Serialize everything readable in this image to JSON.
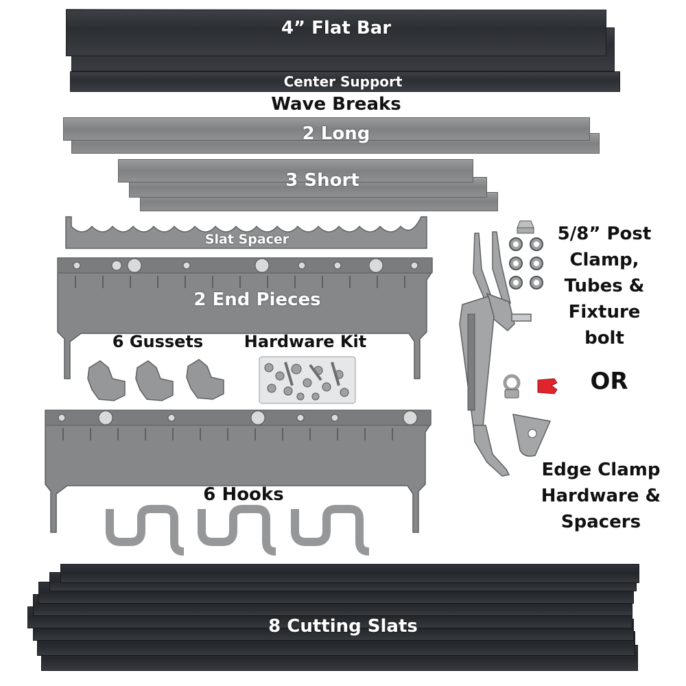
{
  "labels": {
    "flat_bar": "4” Flat Bar",
    "center_support": "Center Support",
    "wave_breaks": "Wave Breaks",
    "two_long": "2 Long",
    "three_short": "3 Short",
    "slat_spacer": "Slat Spacer",
    "end_pieces": "2 End Pieces",
    "gussets": "6 Gussets",
    "hardware_kit": "Hardware Kit",
    "hooks": "6 Hooks",
    "cutting_slats": "8 Cutting Slats",
    "post_clamp_lines": [
      "5/8” Post",
      "Clamp,",
      "Tubes &",
      "Fixture bolt"
    ],
    "or": "OR",
    "edge_clamp_lines": [
      "Edge Clamp",
      "Hardware &",
      "Spacers"
    ]
  },
  "colors": {
    "flat_bar": "#2f3236",
    "galvanized": "#8a8c8d",
    "spacer_red": "#e0242c",
    "label_white": "#ffffff",
    "label_black": "#111111"
  }
}
